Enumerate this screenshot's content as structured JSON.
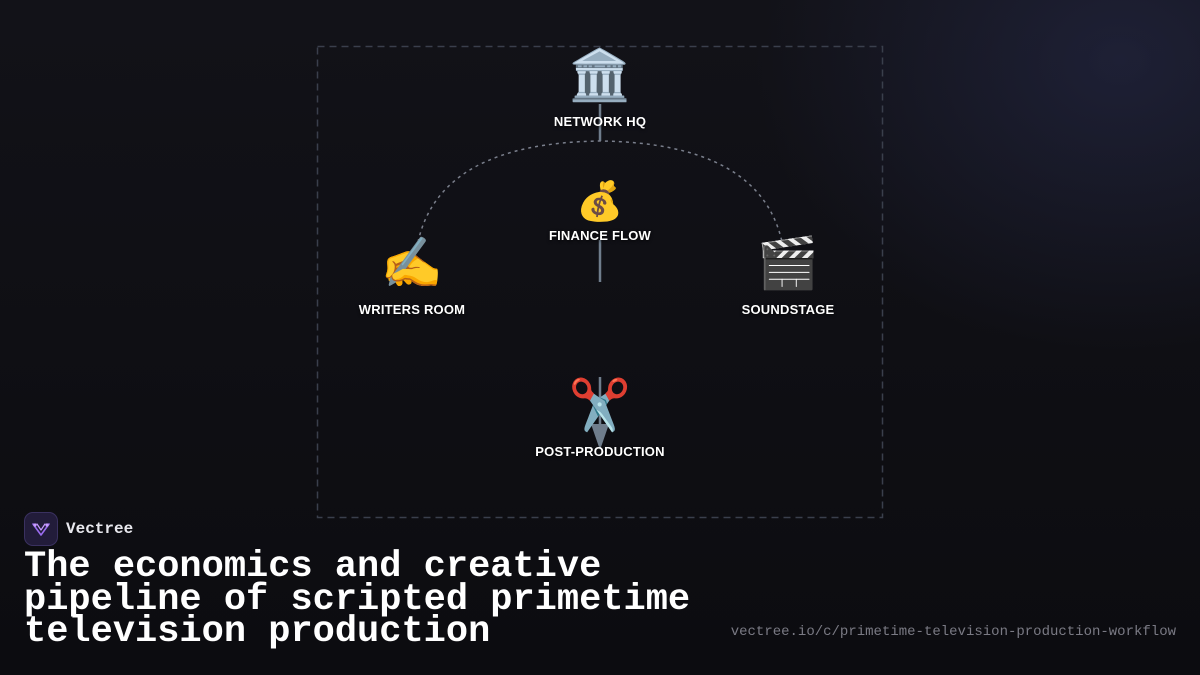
{
  "brand": {
    "name": "Vectree",
    "logo_icon": "vectree-logo-icon",
    "accent_color": "#9b6cf0"
  },
  "page": {
    "title": "The economics and creative pipeline of scripted primetime television production",
    "url": "vectree.io/c/primetime-television-production-workflow"
  },
  "diagram": {
    "nodes": [
      {
        "id": "network-hq",
        "label": "NETWORK HQ",
        "icon": "classical-building-icon",
        "glyph": "🏛️"
      },
      {
        "id": "finance-flow",
        "label": "FINANCE FLOW",
        "icon": "money-bag-icon",
        "glyph": "💰"
      },
      {
        "id": "writers-room",
        "label": "WRITERS ROOM",
        "icon": "writing-hand-icon",
        "glyph": "✍️"
      },
      {
        "id": "soundstage",
        "label": "SOUNDSTAGE",
        "icon": "clapper-board-icon",
        "glyph": "🎬"
      },
      {
        "id": "post-production",
        "label": "POST-PRODUCTION",
        "icon": "scissors-icon",
        "glyph": "✂️"
      }
    ],
    "colors": {
      "frame_border": "#3a3f4c",
      "connector": "#6f7d8c",
      "arc": "#7a7f8c"
    }
  }
}
